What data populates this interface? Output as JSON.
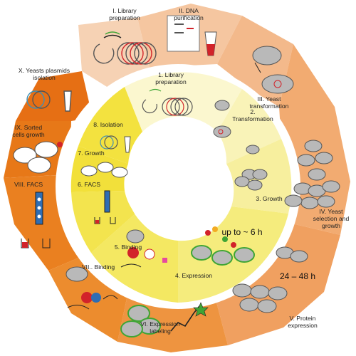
{
  "outer_steps": [
    {
      "id": "I",
      "lines": [
        "I. Library",
        "preparation"
      ]
    },
    {
      "id": "II",
      "lines": [
        "II. DNA",
        "purification"
      ]
    },
    {
      "id": "III",
      "lines": [
        "III. Yeast",
        "transformation"
      ]
    },
    {
      "id": "IV",
      "lines": [
        "IV. Yeast",
        "selection and",
        "growth"
      ]
    },
    {
      "id": "V",
      "lines": [
        "V. Protein",
        "expression"
      ]
    },
    {
      "id": "VI",
      "lines": [
        "VI. Expression",
        "labeling"
      ]
    },
    {
      "id": "VII",
      "lines": [
        "VII.. Binding"
      ]
    },
    {
      "id": "VIII",
      "lines": [
        "VIII. FACS"
      ]
    },
    {
      "id": "IX",
      "lines": [
        "IX. Sorted",
        "cells growth"
      ]
    },
    {
      "id": "X",
      "lines": [
        "X. Yeasts plasmids",
        "isolation"
      ]
    }
  ],
  "inner_steps": [
    {
      "id": "1",
      "lines": [
        "1. Library",
        "preparation"
      ]
    },
    {
      "id": "2",
      "lines": [
        "2.",
        "Transformation"
      ]
    },
    {
      "id": "3",
      "lines": [
        "3. Growth"
      ]
    },
    {
      "id": "4",
      "lines": [
        "4. Expression"
      ]
    },
    {
      "id": "5",
      "lines": [
        "5. Binding"
      ]
    },
    {
      "id": "6",
      "lines": [
        "6. FACS"
      ]
    },
    {
      "id": "7",
      "lines": [
        "7. Growth"
      ]
    },
    {
      "id": "8",
      "lines": [
        "8. Isolation"
      ]
    }
  ],
  "durations": {
    "short": "up to ~ 6 h",
    "long": "24 – 48 h"
  },
  "colors": {
    "outer_light": "#f6d2b4",
    "outer_mid": "#f2ab71",
    "outer_dark": "#ec8c2e",
    "outer_deep": "#e66f14",
    "inner_light": "#fbf7cf",
    "inner_mid": "#f5ec7d",
    "inner_dark": "#f2e03a",
    "cell": "#b9b9b9",
    "ring_red": "#d2232a",
    "ring_green": "#3fa535"
  }
}
